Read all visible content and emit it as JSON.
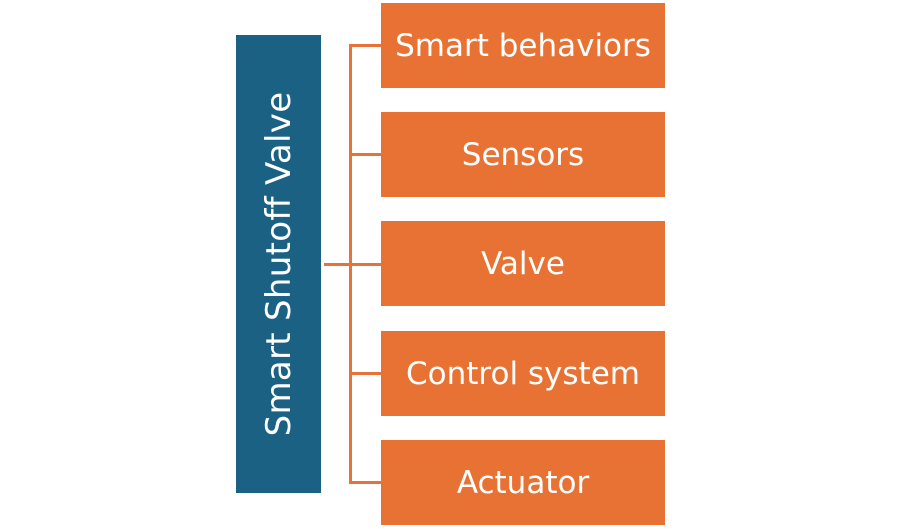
{
  "diagram": {
    "root": {
      "label": "Smart Shutoff Valve"
    },
    "children": [
      {
        "label": "Smart behaviors"
      },
      {
        "label": "Sensors"
      },
      {
        "label": "Valve"
      },
      {
        "label": "Control system"
      },
      {
        "label": "Actuator"
      }
    ],
    "colors": {
      "root_fill": "#1a6183",
      "child_fill": "#e87234",
      "connector": "#e8723a",
      "text": "#ffffff"
    }
  }
}
